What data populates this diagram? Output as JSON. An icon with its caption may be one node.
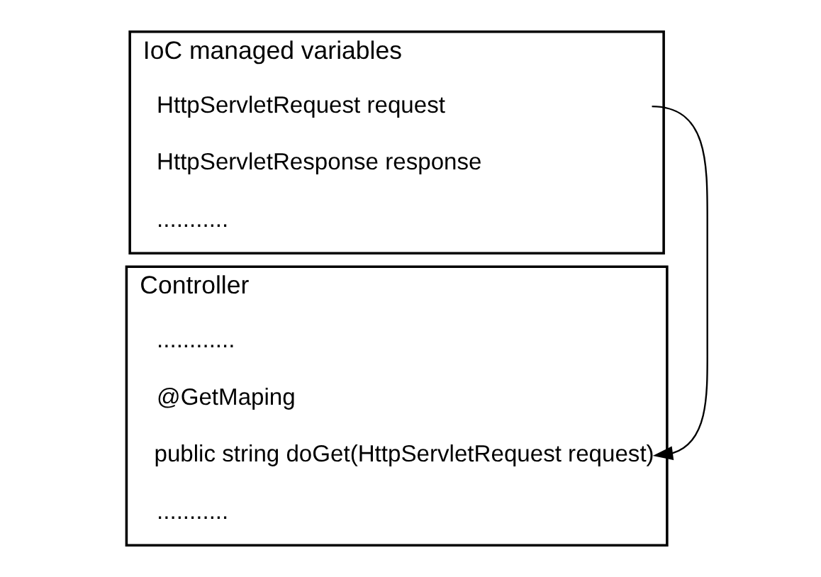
{
  "diagram": {
    "nodes": [
      {
        "text": [
          "IoC managed variables"
        ]
      },
      {
        "text": [
          "HttpServletRequest request"
        ],
        "in": 0
      },
      {
        "text": [
          "HttpServletResponse response"
        ],
        "in": 0
      },
      {
        "text": [
          "..........."
        ],
        "in": 0
      },
      {
        "text": [
          "Controller"
        ]
      },
      {
        "text": [
          "............"
        ],
        "in": 4
      },
      {
        "text": [
          "@GetMaping"
        ],
        "in": 4
      },
      {
        "text": [
          "public string doGet(HttpServletRequest request)"
        ],
        "in": 4
      },
      {
        "text": [
          "..........."
        ],
        "in": 4
      }
    ],
    "edges": [
      {
        "from": 1,
        "to": 7,
        "arrow": "to"
      }
    ]
  }
}
